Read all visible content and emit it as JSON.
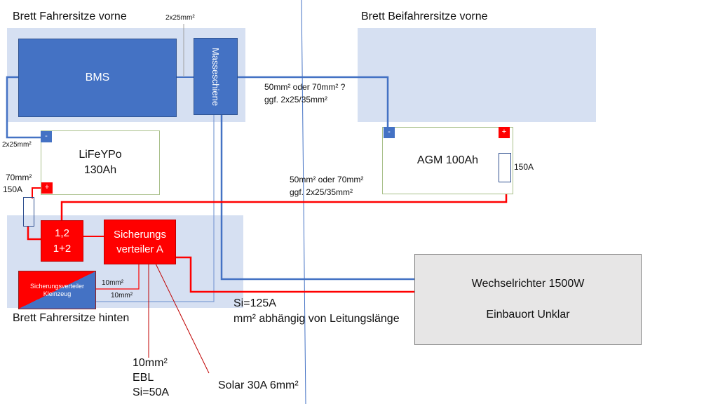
{
  "labels": {
    "panel_front_driver": "Brett Fahrersitze vorne",
    "panel_front_passenger": "Brett Beifahrersitze vorne",
    "panel_rear_driver": "Brett Fahrersitze hinten",
    "top_cable": "2x25mm²",
    "left_cable": "2x25mm²",
    "cable_70": "70mm²",
    "fuse_150a_left": "150A",
    "fuse_150a_right": "150A",
    "upper_cable_line1": "50mm² oder 70mm² ?",
    "upper_cable_line2": "ggf. 2x25/35mm²",
    "mid_cable_line1": "50mm² oder 70mm²",
    "mid_cable_line2": "ggf. 2x25/35mm²",
    "small_10mm_1": "10mm²",
    "small_10mm_2": "10mm²",
    "si_125": "Si=125A",
    "mm_depends": "mm² abhängig von Leitungslänge",
    "ebl_block": "10mm²\nEBL\nSi=50A",
    "solar": "Solar 30A 6mm²"
  },
  "components": {
    "bms": "BMS",
    "masseschiene": "Masseschiene",
    "lifepo": "LiFeYPo\n130Ah",
    "agm": "AGM 100Ah",
    "switch": "1,2\n1+2",
    "fuse_distributor": "Sicherungs\nverteiler A",
    "small_distributor": "Sicherungsverteiler\nKleinzeug",
    "inverter_line1": "Wechselrichter 1500W",
    "inverter_line2": "Einbauort Unklar"
  },
  "terminals": {
    "neg": "-",
    "pos": "+"
  },
  "colors": {
    "panel": "#d6e0f2",
    "blue_wire": "#4472c4",
    "red_wire": "#ff0000",
    "component_blue": "#4472c4",
    "component_red": "#ff0000",
    "inverter_bg": "#e7e6e6"
  }
}
